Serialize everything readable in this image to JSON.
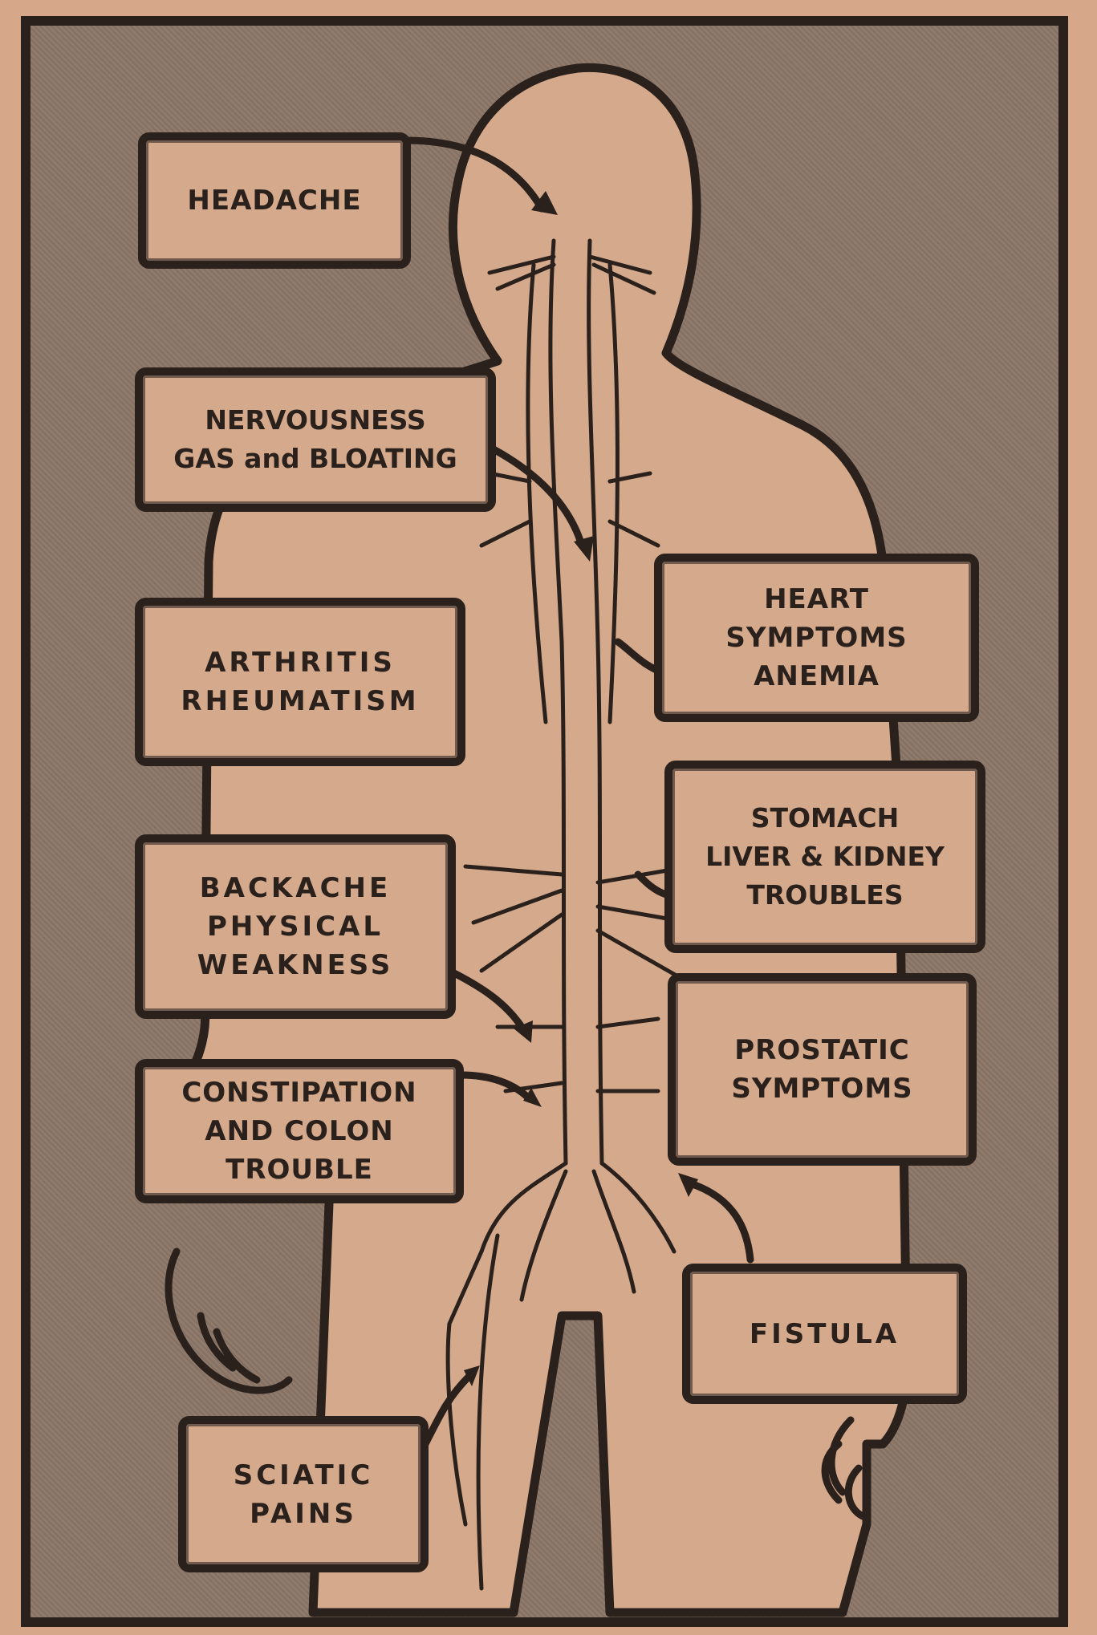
{
  "labels": {
    "headache": [
      "HEADACHE"
    ],
    "nervousness": [
      "NERVOUSNESS",
      "GAS and BLOATING"
    ],
    "arthritis": [
      "ARTHRITIS",
      "RHEUMATISM"
    ],
    "backache": [
      "BACKACHE",
      "PHYSICAL",
      "WEAKNESS"
    ],
    "constipation": [
      "CONSTIPATION",
      "AND COLON",
      "TROUBLE"
    ],
    "sciatic": [
      "SCIATIC",
      "PAINS"
    ],
    "heart": [
      "HEART",
      "SYMPTOMS",
      "ANEMIA"
    ],
    "stomach": [
      "STOMACH",
      "LIVER & KIDNEY",
      "TROUBLES"
    ],
    "prostatic": [
      "PROSTATIC",
      "SYMPTOMS"
    ],
    "fistula": [
      "FISTULA"
    ]
  },
  "colors": {
    "paper": "#d6a788",
    "ink": "#2a201c",
    "halftone": "#8f7a6b",
    "body": "#d5a98b"
  }
}
